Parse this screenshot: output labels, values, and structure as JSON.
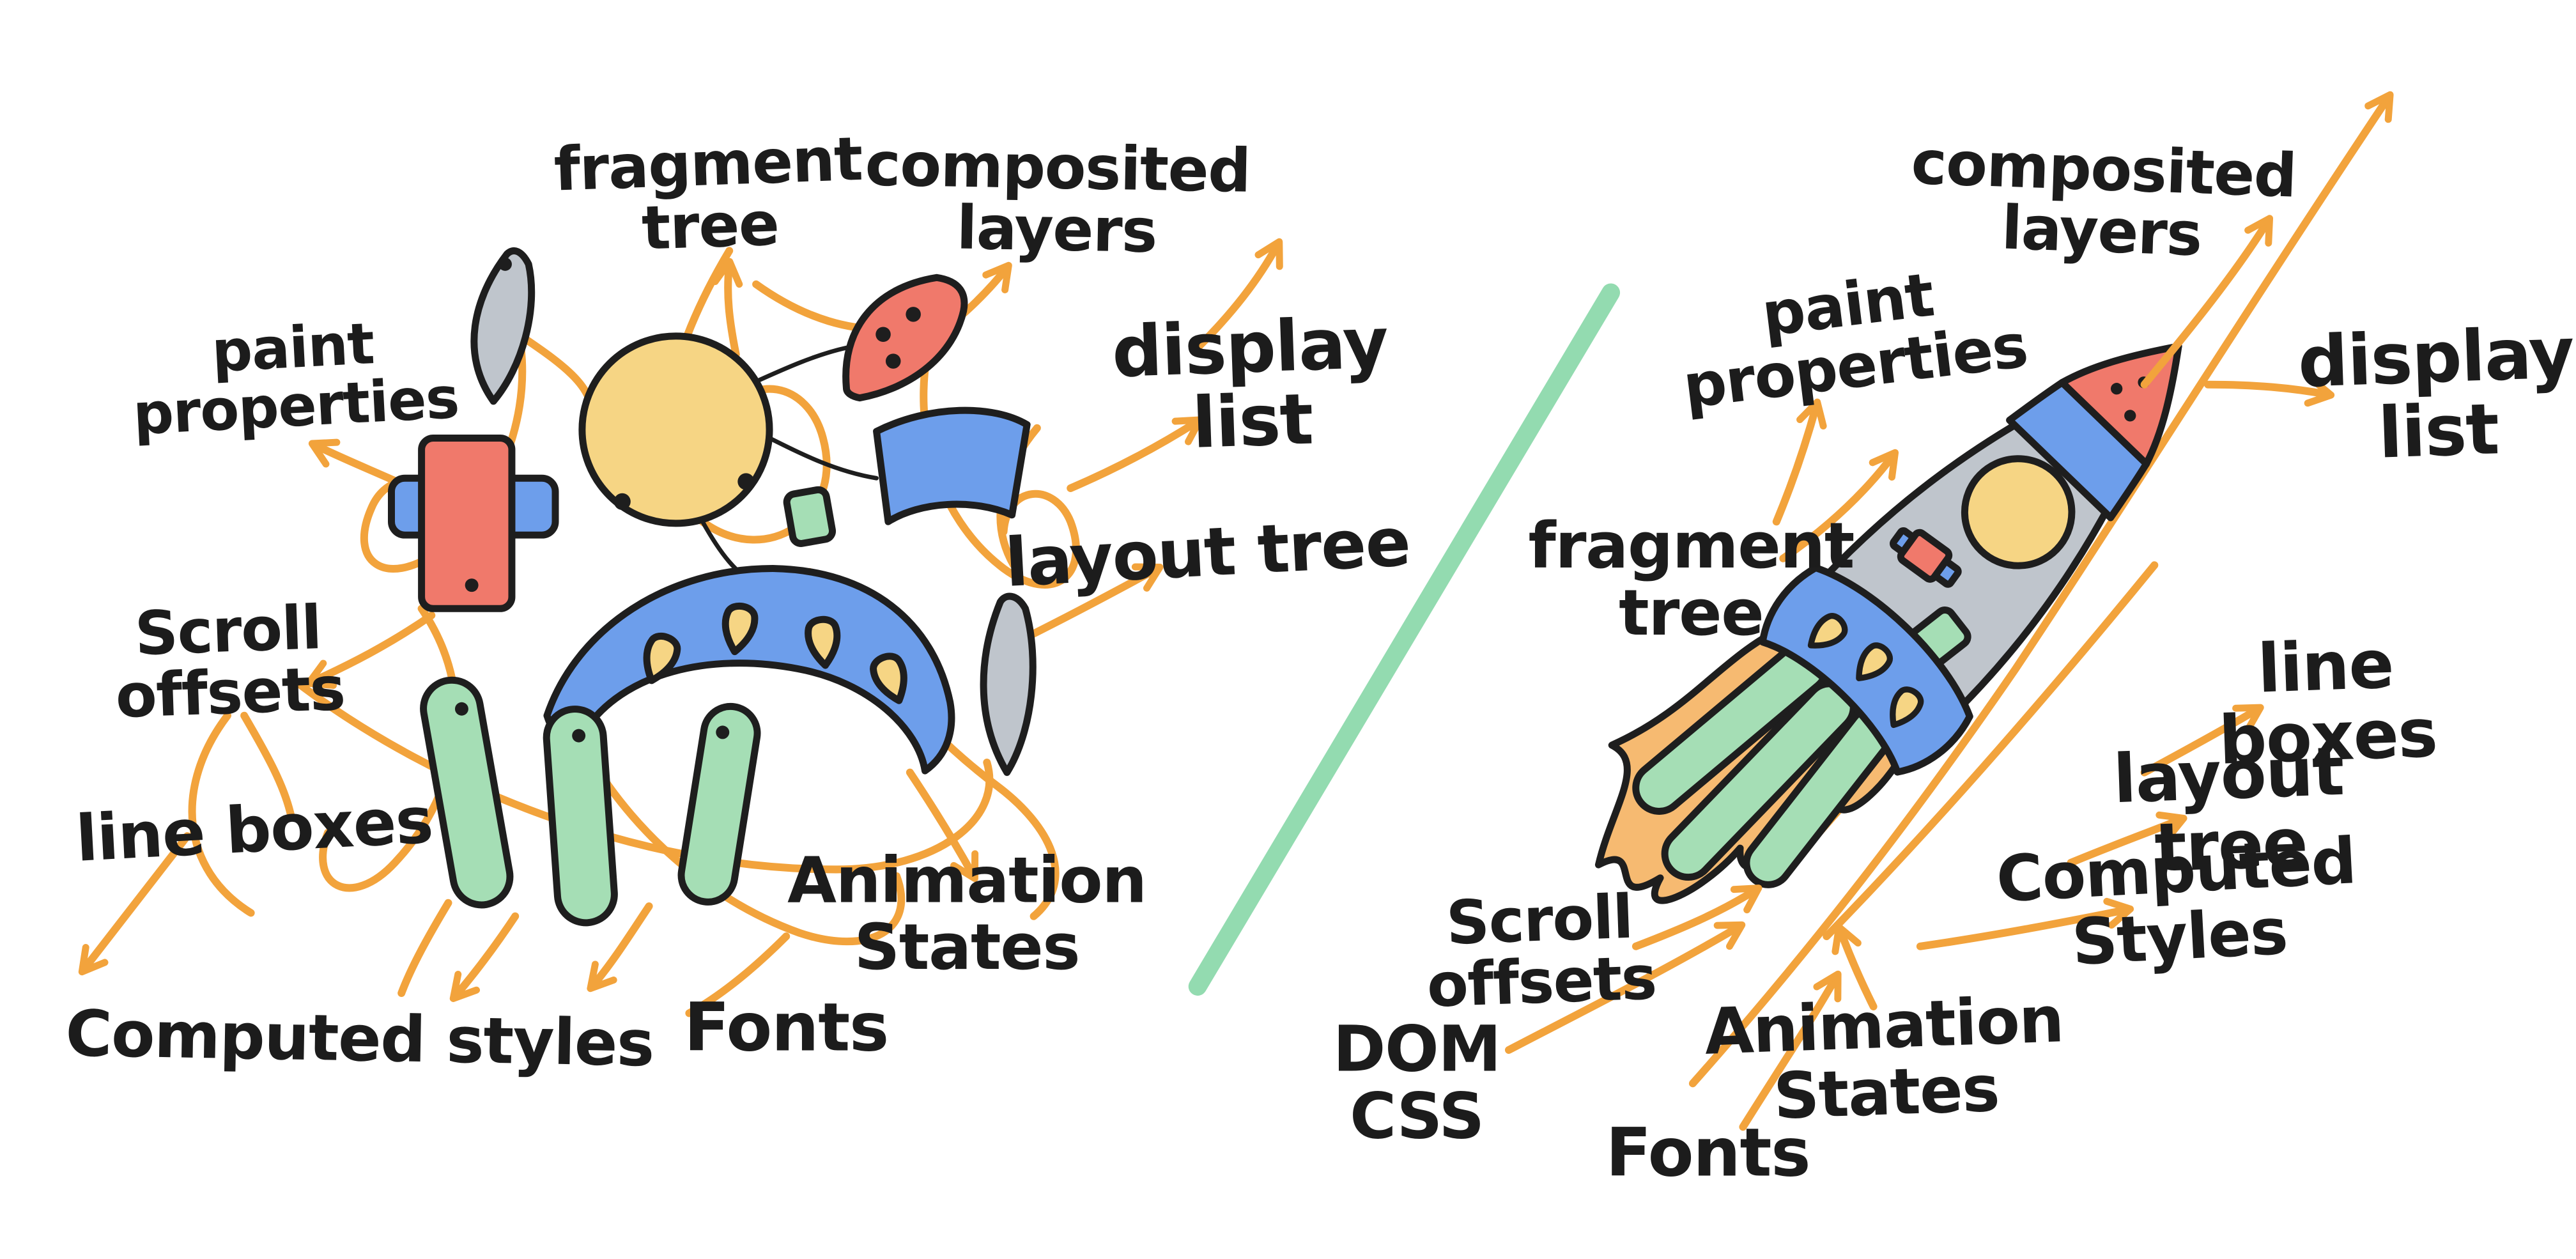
{
  "colors": {
    "background": "#FFFFFF",
    "outline_black": "#1E1E1E",
    "arrow_orange": "#F2A33C",
    "salmon": "#F0796B",
    "blue": "#6D9EEB",
    "yellow": "#F6D584",
    "green": "#A5DEB5",
    "gray": "#BFC5CC",
    "flame_orange": "#F6BA71",
    "divider_green": "#93DBB0"
  },
  "left_panel": {
    "labels": {
      "fragment_tree": "fragment\ntree",
      "composited_layers": "composited\nlayers",
      "paint_properties": "paint\nproperties",
      "display_list": "display\nlist",
      "layout_tree": "layout tree",
      "scroll_offsets": "Scroll\noffsets",
      "line_boxes": "line boxes",
      "animation_states": "Animation\nStates",
      "computed_styles": "Computed styles",
      "fonts": "Fonts"
    }
  },
  "right_panel": {
    "labels": {
      "composited_layers": "composited\nlayers",
      "paint_properties": "paint\nproperties",
      "display_list": "display\nlist",
      "fragment_tree": "fragment\ntree",
      "line_boxes": "line boxes",
      "layout_tree": "layout tree",
      "computed_styles": "Computed Styles",
      "scroll_offsets": "Scroll\noffsets",
      "animation_states": "Animation\nStates",
      "dom_css": "DOM\nCSS",
      "fonts": "Fonts"
    }
  }
}
